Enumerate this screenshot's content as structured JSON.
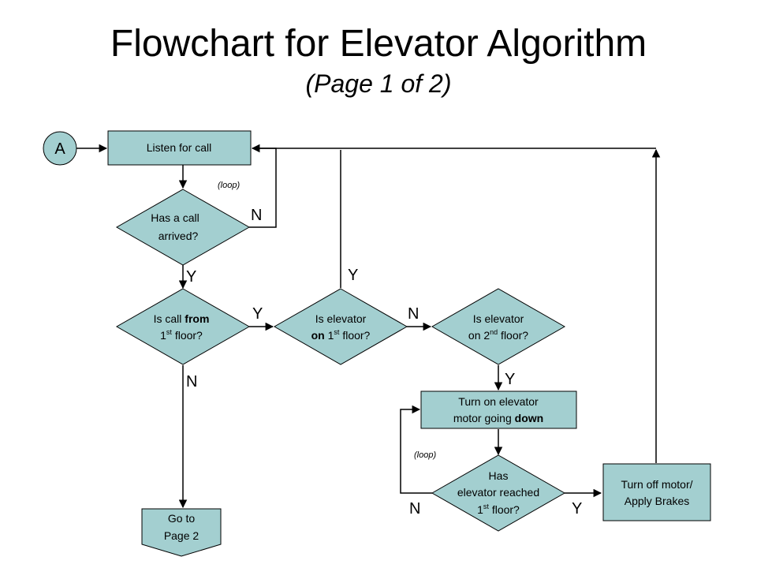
{
  "title": "Flowchart for Elevator Algorithm",
  "subtitle": "(Page 1 of 2)",
  "nodes": {
    "connector_a": "A",
    "listen": "Listen for call",
    "call_arrived_1": "Has a call",
    "call_arrived_2": "arrived?",
    "call_from_1_a": "Is call ",
    "call_from_1_b": "from",
    "call_from_2_a": "1",
    "call_from_2_sup": "st",
    "call_from_2_b": " floor?",
    "on_first_1": "Is elevator",
    "on_first_2_a": "on",
    "on_first_2_b": " 1",
    "on_first_2_sup": "st",
    "on_first_2_c": " floor?",
    "on_second_1": "Is elevator",
    "on_second_2_a": "on 2",
    "on_second_2_sup": "nd",
    "on_second_2_b": " floor?",
    "motor_down_1": "Turn on elevator",
    "motor_down_2_a": "motor going ",
    "motor_down_2_b": "down",
    "reached_1": "Has",
    "reached_2": "elevator reached",
    "reached_3_a": "1",
    "reached_3_sup": "st",
    "reached_3_b": " floor?",
    "turn_off_1": "Turn off motor/",
    "turn_off_2": "Apply Brakes",
    "goto_1": "Go to",
    "goto_2": "Page 2"
  },
  "branch_labels": {
    "call_arrived_no": "N",
    "call_arrived_yes": "Y",
    "call_from_yes": "Y",
    "call_from_no": "N",
    "on_first_yes": "Y",
    "on_first_no": "N",
    "on_second_yes": "Y",
    "reached_no": "N",
    "reached_yes": "Y"
  },
  "notes": {
    "loop_top": "(loop)",
    "loop_bottom": "(loop)"
  },
  "colors": {
    "shape_fill": "#a3cfd0",
    "stroke": "#000000"
  }
}
